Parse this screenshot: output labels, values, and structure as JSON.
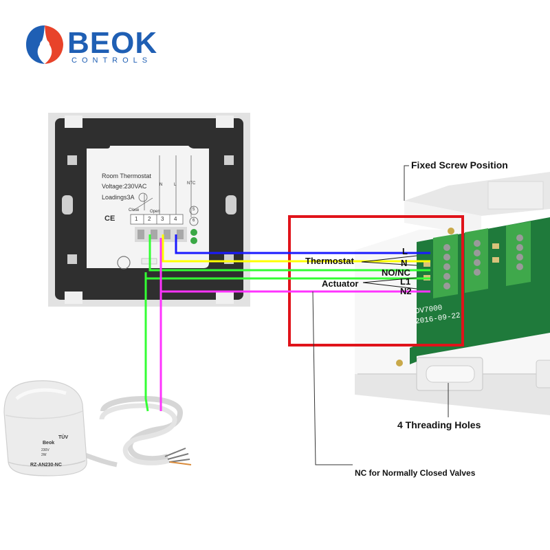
{
  "brand": {
    "name": "BEOK",
    "subtitle": "CONTROLS"
  },
  "thermostat": {
    "title": "Room Thermostat",
    "voltage": "Voltage:230VAC",
    "loading": "Loadings3A",
    "ce_mark": "CE",
    "terminal_top_labels": [
      "Close",
      "Open",
      "N",
      "L",
      "NTC"
    ],
    "terminal_numbers": [
      "1",
      "2",
      "3",
      "4"
    ],
    "ntc_numbers": [
      "5",
      "6"
    ]
  },
  "actuator": {
    "brand": "Beok",
    "cert": "TÜV",
    "spec_voltage": "230V",
    "spec_power": "2W",
    "model": "RZ-AN230-NC"
  },
  "wire_labels": {
    "group_thermostat": "Thermostat",
    "group_actuator": "Actuator",
    "l": "L",
    "n": "N",
    "no_nc": "NO/NC",
    "l1": "L1",
    "n2": "N2"
  },
  "wire_colors": {
    "l": "#1a1aff",
    "n": "#ffff00",
    "no_nc": "#33ff33",
    "actuator_wire": "#ff33ff",
    "highlight_box": "#e0131a"
  },
  "hub_pcb": {
    "model": "DV7000",
    "date": "2016-09-22"
  },
  "callouts": {
    "screw": "Fixed Screw Position",
    "holes": "4 Threading Holes",
    "nc_note": "NC for Normally Closed Valves"
  }
}
